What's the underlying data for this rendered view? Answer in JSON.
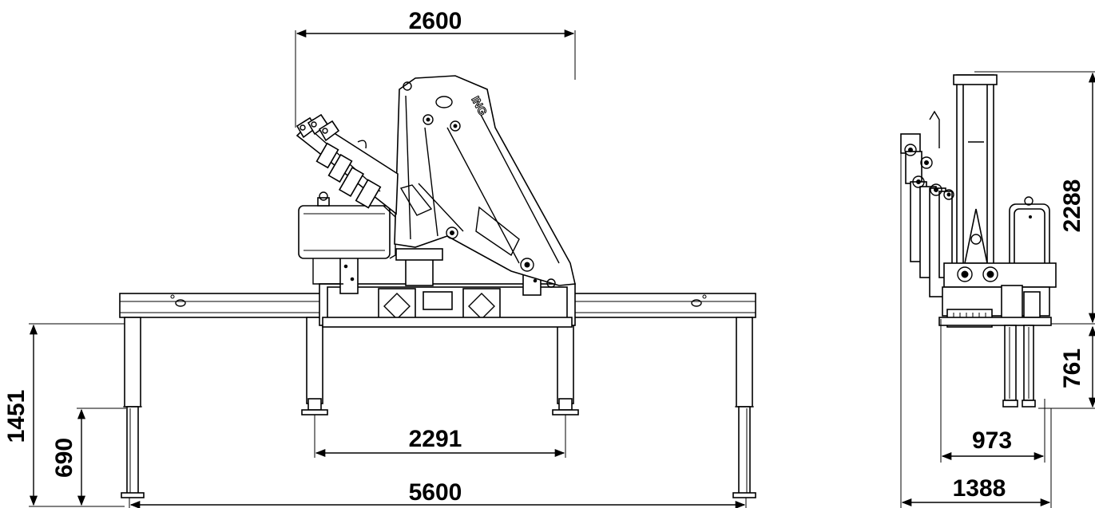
{
  "front_view": {
    "dims": {
      "boom_width": "2600",
      "inner_outrigger_span": "2291",
      "outer_outrigger_span": "5600",
      "overall_height_to_base": "1451",
      "stroke_height": "690"
    },
    "boom_logo": "ING"
  },
  "side_view": {
    "dims": {
      "total_height": "2288",
      "base_height": "761",
      "inner_width": "973",
      "outer_width": "1388"
    }
  },
  "colors": {
    "line": "#000000",
    "background": "#ffffff"
  },
  "icons": [
    "arrowhead",
    "mounting-hole",
    "diamond-plate"
  ]
}
